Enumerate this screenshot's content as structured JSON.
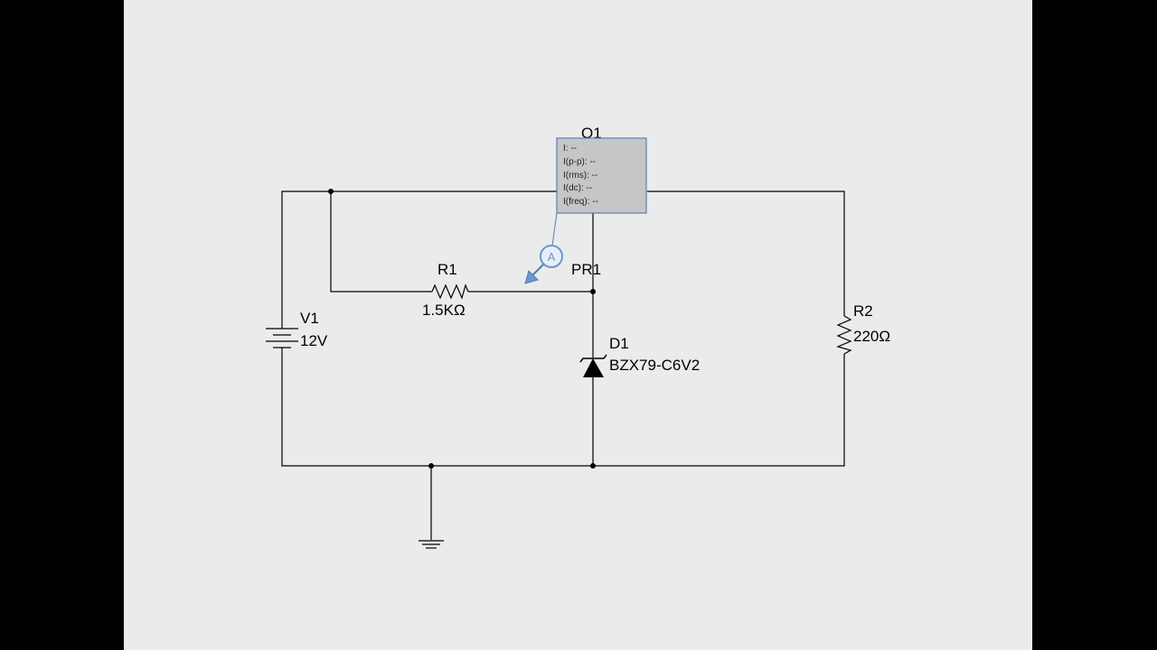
{
  "schematic": {
    "probe": {
      "name": "Q1",
      "readings": [
        "I: --",
        "I(p-p): --",
        "I(rms): --",
        "I(dc): --",
        "I(freq): --"
      ],
      "probe_label": "PR1",
      "probe_icon": "ammeter-icon",
      "probe_icon_text": "A"
    },
    "components": {
      "r1": {
        "name": "R1",
        "value": "1.5KΩ"
      },
      "r2": {
        "name": "R2",
        "value": "220Ω"
      },
      "v1": {
        "name": "V1",
        "value": "12V"
      },
      "d1": {
        "name": "D1",
        "value": "BZX79-C6V2"
      }
    }
  },
  "colors": {
    "background": "#ebebeb",
    "frame": "#000000",
    "probe_box": "#c6c6c6",
    "probe_border": "#5a7fb0",
    "probe_icon": "#6f95c9"
  }
}
